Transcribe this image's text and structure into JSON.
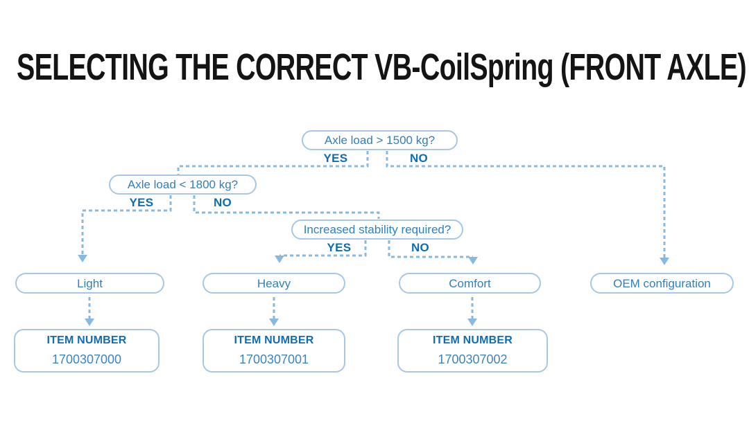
{
  "title": "SELECTING THE CORRECT VB-CoilSpring (FRONT AXLE)",
  "colors": {
    "title_text": "#141414",
    "box_border": "#a7c7e7",
    "box_text": "#2f7fc1",
    "bold_label_text": "#0e6cb5",
    "connector_line": "#8ab9e0",
    "background": "#ffffff"
  },
  "flowchart": {
    "decisions": [
      {
        "question": "Axle load > 1500 kg?",
        "yes": "YES",
        "no": "NO"
      },
      {
        "question": "Axle load < 1800 kg?",
        "yes": "YES",
        "no": "NO"
      },
      {
        "question": "Increased stability required?",
        "yes": "YES",
        "no": "NO"
      }
    ],
    "outcomes": [
      {
        "label": "Light",
        "item": {
          "heading": "ITEM NUMBER",
          "number": "1700307000"
        }
      },
      {
        "label": "Heavy",
        "item": {
          "heading": "ITEM NUMBER",
          "number": "1700307001"
        }
      },
      {
        "label": "Comfort",
        "item": {
          "heading": "ITEM NUMBER",
          "number": "1700307002"
        }
      },
      {
        "label": "OEM configuration"
      }
    ]
  }
}
